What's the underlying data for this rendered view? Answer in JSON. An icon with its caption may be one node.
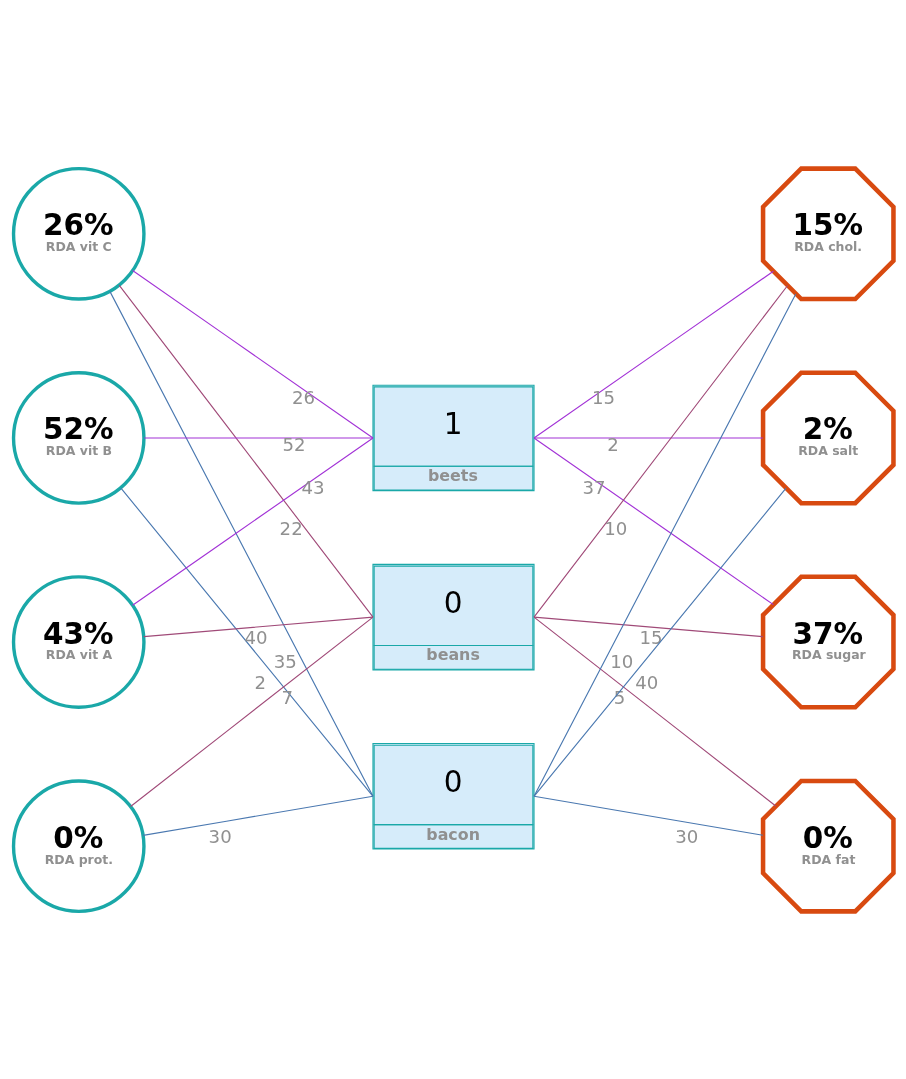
{
  "diagram": {
    "nodes": [
      {
        "text": [
          "26%",
          "RDA vit C"
        ]
      },
      {
        "text": [
          "52%",
          "RDA vit B"
        ]
      },
      {
        "text": [
          "43%",
          "RDA vit A"
        ]
      },
      {
        "text": [
          "0%",
          "RDA prot."
        ]
      },
      {
        "text": [
          "1",
          "beets"
        ]
      },
      {
        "text": [
          "0",
          "beans"
        ]
      },
      {
        "text": [
          "0",
          "bacon"
        ]
      },
      {
        "text": [
          "15%",
          "RDA chol."
        ]
      },
      {
        "text": [
          "2%",
          "RDA salt"
        ]
      },
      {
        "text": [
          "37%",
          "RDA sugar"
        ]
      },
      {
        "text": [
          "0%",
          "RDA fat"
        ]
      }
    ],
    "edges": [
      {
        "from": 0,
        "to": 4,
        "arrow": "none",
        "label": "26",
        "color": "#a232d6"
      },
      {
        "from": 1,
        "to": 4,
        "arrow": "none",
        "label": "52",
        "color": "#a232d6"
      },
      {
        "from": 2,
        "to": 4,
        "arrow": "none",
        "label": "43",
        "color": "#a232d6"
      },
      {
        "from": 0,
        "to": 5,
        "arrow": "none",
        "label": "22",
        "color": "#a04a78"
      },
      {
        "from": 2,
        "to": 5,
        "arrow": "none",
        "label": "40",
        "color": "#a04a78"
      },
      {
        "from": 3,
        "to": 5,
        "arrow": "none",
        "label": "7",
        "color": "#a04a78"
      },
      {
        "from": 0,
        "to": 6,
        "arrow": "none",
        "label": "35",
        "color": "#4a78b0"
      },
      {
        "from": 1,
        "to": 6,
        "arrow": "none",
        "label": "2",
        "color": "#4a78b0"
      },
      {
        "from": 3,
        "to": 6,
        "arrow": "none",
        "label": "30",
        "color": "#4a78b0"
      },
      {
        "from": 4,
        "to": 7,
        "arrow": "none",
        "label": "15",
        "color": "#a232d6"
      },
      {
        "from": 4,
        "to": 8,
        "arrow": "none",
        "label": "2",
        "color": "#a232d6"
      },
      {
        "from": 4,
        "to": 9,
        "arrow": "none",
        "label": "37",
        "color": "#a232d6"
      },
      {
        "from": 5,
        "to": 7,
        "arrow": "none",
        "label": "10",
        "color": "#a04a78"
      },
      {
        "from": 5,
        "to": 9,
        "arrow": "none",
        "label": "15",
        "color": "#a04a78"
      },
      {
        "from": 5,
        "to": 10,
        "arrow": "none",
        "label": "5",
        "color": "#a04a78"
      },
      {
        "from": 6,
        "to": 7,
        "arrow": "none",
        "label": "10",
        "color": "#4a78b0"
      },
      {
        "from": 6,
        "to": 8,
        "arrow": "none",
        "label": "40",
        "color": "#4a78b0"
      },
      {
        "from": 6,
        "to": 10,
        "arrow": "none",
        "label": "30",
        "color": "#4a78b0"
      }
    ]
  }
}
